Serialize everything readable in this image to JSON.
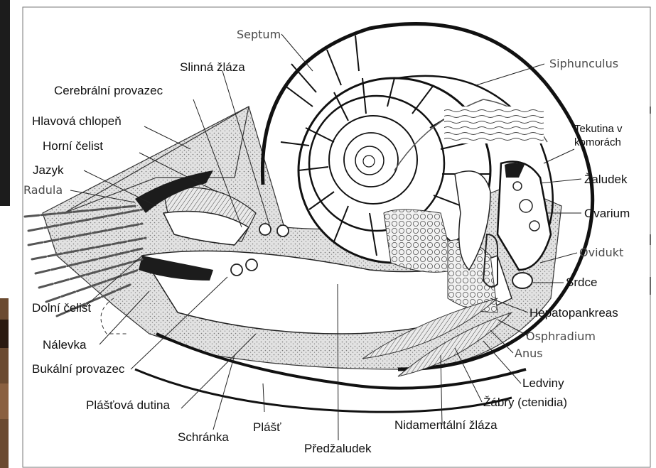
{
  "colors": {
    "shell": "#111111",
    "tissue_fill": "#d6d6d6",
    "dark_fill": "#222222",
    "leader": "#222222",
    "photo_strip": "#1c1c1c",
    "photo_tint": "#6b4a30"
  },
  "labels": {
    "septum": "Septum",
    "siphunculus": "Siphunculus",
    "slinna_zlaza": "Slinná žláza",
    "cerebralni_provazec": "Cerebrální provazec",
    "hlavova_chlopen": "Hlavová chlopeň",
    "horni_celist": "Horní čelist",
    "jazyk": "Jazyk",
    "radula": "Radula",
    "tekutina_v_komorach": "Tekutina v komorách",
    "zaludek": "Žaludek",
    "ovarium": "Ovarium",
    "ovidukt": "Ovidukt",
    "srdce": "Srdce",
    "hepatopankreas": "Hepatopankreas",
    "osphradium": "Osphradium",
    "anus": "Anus",
    "ledviny": "Ledviny",
    "zabry": "Žábry (ctenidia)",
    "nidamentalni_zlaza": "Nidamentální žláza",
    "predzaludek": "Předžaludek",
    "plast": "Plášť",
    "schranka": "Schránka",
    "plastova_dutina": "Plášťová dutina",
    "bukalni_provazec": "Bukální provazec",
    "nalevka": "Nálevka",
    "dolni_celist": "Dolní čelist"
  }
}
